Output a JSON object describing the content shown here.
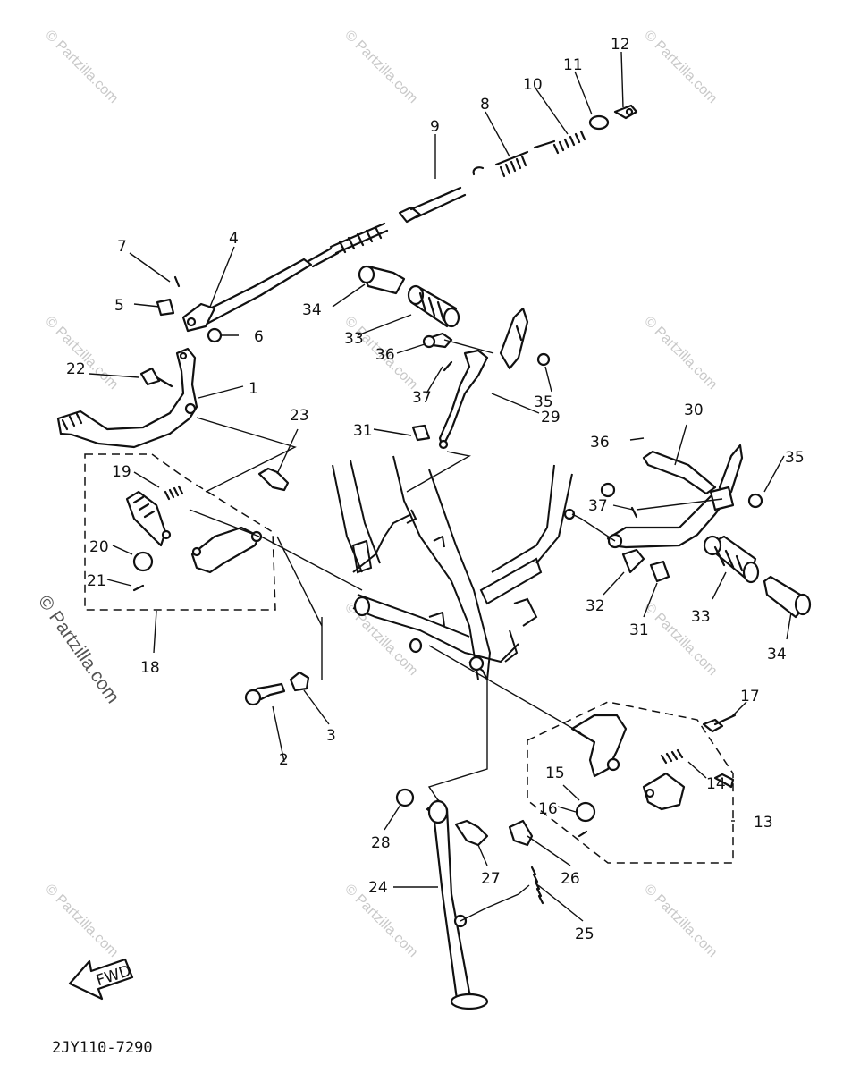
{
  "diagram_code": "2JY110-7290",
  "fwd_label": "FWD",
  "watermark": "© Partzilla.com",
  "callouts": [
    "1",
    "2",
    "3",
    "4",
    "5",
    "6",
    "7",
    "8",
    "9",
    "10",
    "11",
    "12",
    "13",
    "14",
    "15",
    "16",
    "17",
    "18",
    "19",
    "20",
    "21",
    "22",
    "23",
    "24",
    "25",
    "26",
    "27",
    "28",
    "29",
    "30",
    "31",
    "31",
    "32",
    "33",
    "33",
    "34",
    "34",
    "35",
    "35",
    "36",
    "36",
    "37",
    "37"
  ]
}
